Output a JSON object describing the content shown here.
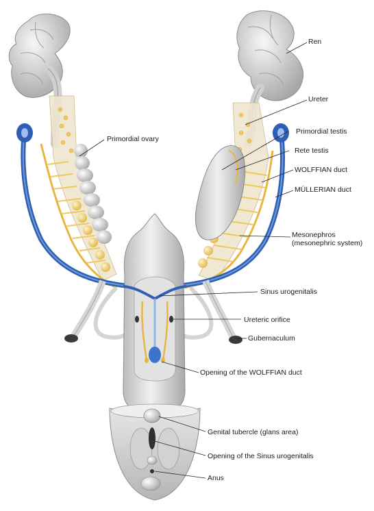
{
  "labels": {
    "ren": "Ren",
    "ureter": "Ureter",
    "primordial_testis": "Primordial testis",
    "rete_testis": "Rete testis",
    "wolffian_duct": "WOLFFIAN duct",
    "mullerian_duct": "MÜLLERIAN duct",
    "primordial_ovary": "Primordial ovary",
    "mesonephros": "Mesonephros",
    "mesonephros_sub": "(mesonephric system)",
    "sinus_urogenitalis": "Sinus urogenitalis",
    "ureteric_orifice": "Ureteric orifice",
    "gubernaculum": "Gubernaculum",
    "opening_wolffian": "Opening of the WOLFFIAN duct",
    "genital_tubercle": "Genital tubercle (glans area)",
    "opening_sinus": "Opening of the Sinus urogenitalis",
    "anus": "Anus"
  },
  "colors": {
    "tissue": "#d9d9d9",
    "tissue_dark": "#9a9a9a",
    "tissue_light": "#f2f2f2",
    "mullerian_blue": "#2e5fb5",
    "mullerian_light": "#8fb4e8",
    "wolffian_yellow": "#e8b640",
    "mesonephros_yellow": "#f3d98a",
    "leader": "#222222"
  }
}
